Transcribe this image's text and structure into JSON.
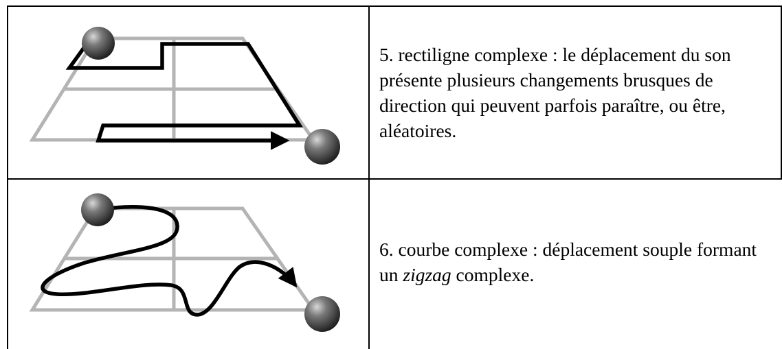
{
  "rows": [
    {
      "number": "5.",
      "term": "rectiligne complexe",
      "separator": " : ",
      "description": "le déplacement du son présente plusieurs changements brusques de direction qui peuvent parfois paraître, ou être, aléatoires.",
      "figure_icon": "rectilinear-complex-path-icon"
    },
    {
      "number": "6.",
      "term": "courbe complexe",
      "separator": " : ",
      "description_before": "déplacement souple formant un ",
      "description_emphasis": "zigzag",
      "description_after": " complexe.",
      "figure_icon": "curved-complex-path-icon"
    }
  ]
}
